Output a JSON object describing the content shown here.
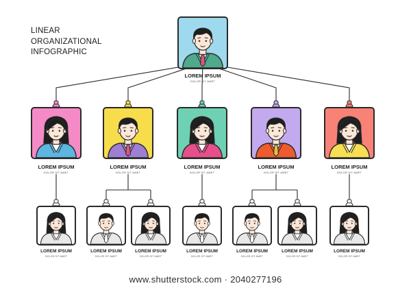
{
  "title_lines": [
    "LINEAR",
    "ORGANIZATIONAL",
    "INFOGRAPHIC"
  ],
  "footer": "www.shutterstock.com · 2040277196",
  "colors": {
    "line": "#2a2a2a",
    "skin": "#fbe7d8",
    "hair": "#1e1e1e"
  },
  "root": {
    "name": "LOREM IPSUM",
    "sub": "DOLOR SIT AMET",
    "bg": "#9fd9ee",
    "suit": "#4fa98c",
    "tie": "#e0557e",
    "gender": "m"
  },
  "managers": [
    {
      "name": "LOREM IPSUM",
      "sub": "DOLOR SIT AMET",
      "bg": "#f48bc6",
      "suit": "#5cb6df",
      "tie": "",
      "gender": "f"
    },
    {
      "name": "LOREM IPSUM",
      "sub": "DOLOR SIT AMET",
      "bg": "#f7dc4c",
      "suit": "#9e7fd2",
      "tie": "#e0557e",
      "gender": "m"
    },
    {
      "name": "LOREM IPSUM",
      "sub": "DOLOR SIT AMET",
      "bg": "#6fd1b3",
      "suit": "#e64f8c",
      "tie": "",
      "gender": "f"
    },
    {
      "name": "LOREM IPSUM",
      "sub": "DOLOR SIT AMET",
      "bg": "#c3a9ee",
      "suit": "#ef5b2e",
      "tie": "#e8c040",
      "gender": "m"
    },
    {
      "name": "LOREM IPSUM",
      "sub": "DOLOR SIT AMET",
      "bg": "#f88276",
      "suit": "#f7de54",
      "tie": "",
      "gender": "f"
    }
  ],
  "staff": [
    {
      "name": "LOREM IPSUM",
      "sub": "DOLOR SIT AMET",
      "gender": "f",
      "parent": 0
    },
    {
      "name": "LOREM IPSUM",
      "sub": "DOLOR SIT AMET",
      "gender": "m",
      "parent": 1
    },
    {
      "name": "LOREM IPSUM",
      "sub": "DOLOR SIT AMET",
      "gender": "f",
      "parent": 1
    },
    {
      "name": "LOREM IPSUM",
      "sub": "DOLOR SIT AMET",
      "gender": "m",
      "parent": 2
    },
    {
      "name": "LOREM IPSUM",
      "sub": "DOLOR SIT AMET",
      "gender": "m",
      "parent": 3
    },
    {
      "name": "LOREM IPSUM",
      "sub": "DOLOR SIT AMET",
      "gender": "f",
      "parent": 3
    },
    {
      "name": "LOREM IPSUM",
      "sub": "DOLOR SIT AMET",
      "gender": "f",
      "parent": 4
    }
  ]
}
